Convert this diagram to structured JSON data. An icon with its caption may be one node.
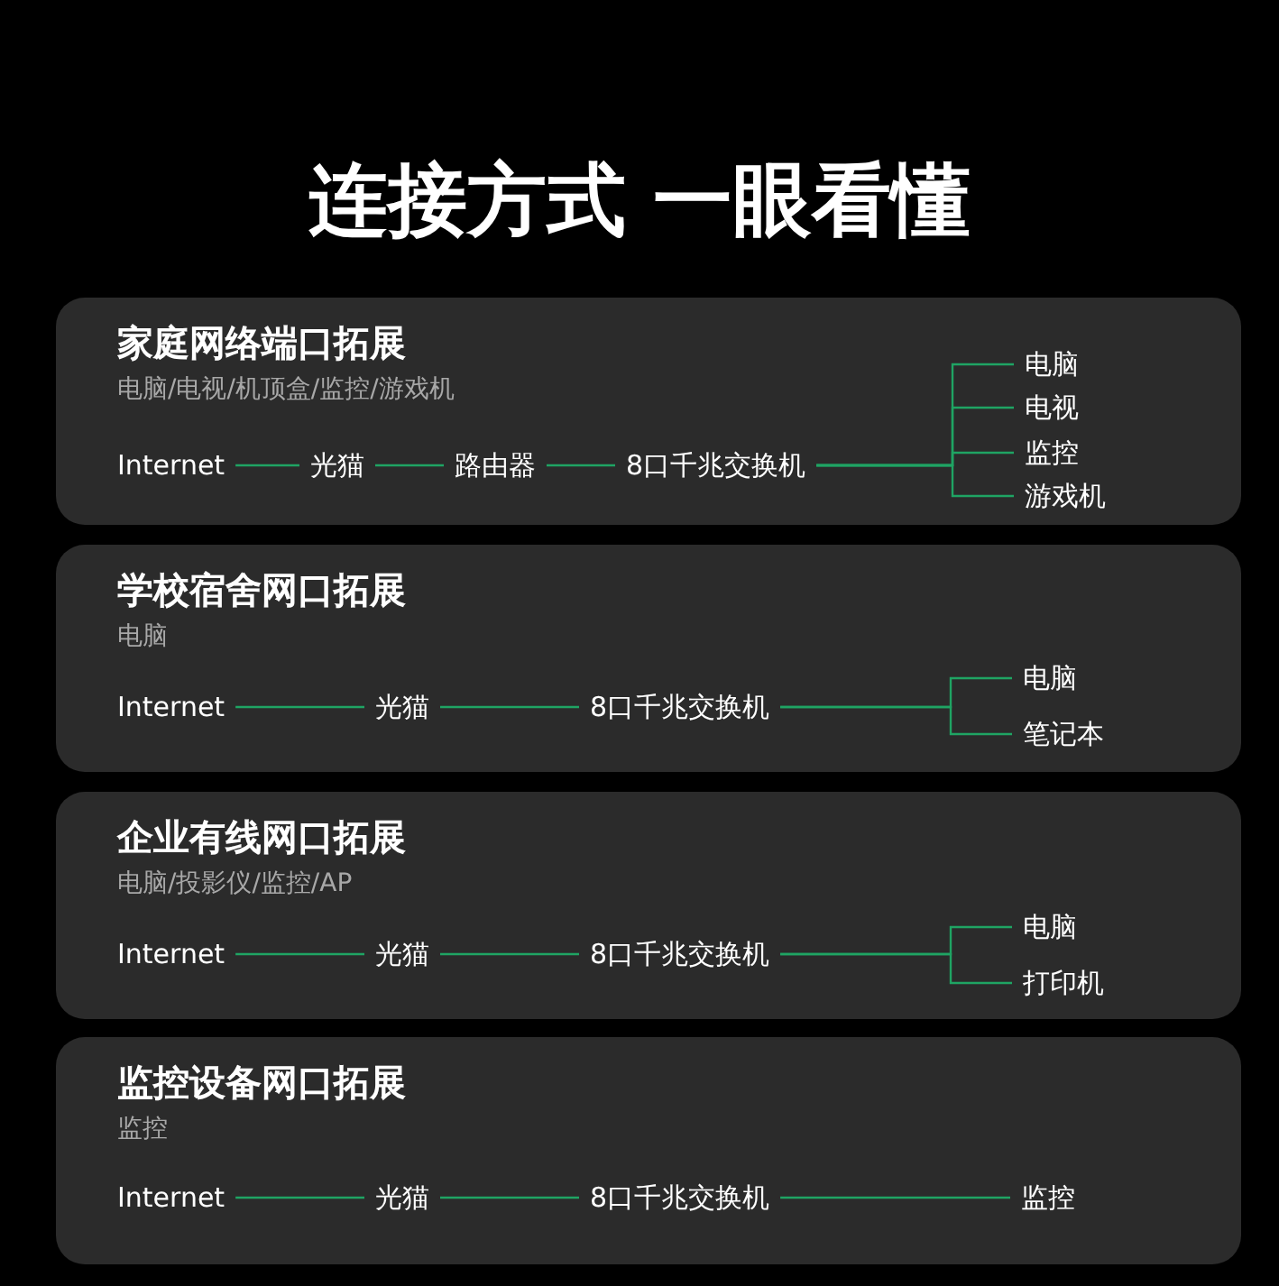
{
  "diagram": {
    "title": "连接方式 一眼看懂",
    "nodes": [
      {
        "text": [
          "家庭网络端口拓展",
          "电脑/电视/机顶盒/监控/游戏机"
        ]
      },
      {
        "text": [
          "Internet"
        ],
        "in": 0
      },
      {
        "text": [
          "光猫"
        ],
        "in": 0
      },
      {
        "text": [
          "路由器"
        ],
        "in": 0
      },
      {
        "text": [
          "8口千兆交换机"
        ],
        "in": 0
      },
      {
        "text": [
          "电脑"
        ],
        "in": 0
      },
      {
        "text": [
          "电视"
        ],
        "in": 0
      },
      {
        "text": [
          "监控"
        ],
        "in": 0
      },
      {
        "text": [
          "游戏机"
        ],
        "in": 0
      },
      {
        "text": [
          "学校宿舍网口拓展",
          "电脑"
        ]
      },
      {
        "text": [
          "Internet"
        ],
        "in": 9
      },
      {
        "text": [
          "光猫"
        ],
        "in": 9
      },
      {
        "text": [
          "8口千兆交换机"
        ],
        "in": 9
      },
      {
        "text": [
          "电脑"
        ],
        "in": 9
      },
      {
        "text": [
          "笔记本"
        ],
        "in": 9
      },
      {
        "text": [
          "企业有线网口拓展",
          "电脑/投影仪/监控/AP"
        ]
      },
      {
        "text": [
          "Internet"
        ],
        "in": 15
      },
      {
        "text": [
          "光猫"
        ],
        "in": 15
      },
      {
        "text": [
          "8口千兆交换机"
        ],
        "in": 15
      },
      {
        "text": [
          "电脑"
        ],
        "in": 15
      },
      {
        "text": [
          "打印机"
        ],
        "in": 15
      },
      {
        "text": [
          "监控设备网口拓展",
          "监控"
        ]
      },
      {
        "text": [
          "Internet"
        ],
        "in": 21
      },
      {
        "text": [
          "光猫"
        ],
        "in": 21
      },
      {
        "text": [
          "8口千兆交换机"
        ],
        "in": 21
      },
      {
        "text": [
          "监控"
        ],
        "in": 21
      }
    ],
    "edges": [
      {
        "from": 1,
        "to": 2,
        "arrow": "none"
      },
      {
        "from": 2,
        "to": 3,
        "arrow": "none"
      },
      {
        "from": 3,
        "to": 4,
        "arrow": "none"
      },
      {
        "from": 4,
        "to": 5,
        "arrow": "none"
      },
      {
        "from": 4,
        "to": 6,
        "arrow": "none"
      },
      {
        "from": 4,
        "to": 7,
        "arrow": "none"
      },
      {
        "from": 4,
        "to": 8,
        "arrow": "none"
      },
      {
        "from": 10,
        "to": 11,
        "arrow": "none"
      },
      {
        "from": 11,
        "to": 12,
        "arrow": "none"
      },
      {
        "from": 12,
        "to": 13,
        "arrow": "none"
      },
      {
        "from": 12,
        "to": 14,
        "arrow": "none"
      },
      {
        "from": 16,
        "to": 17,
        "arrow": "none"
      },
      {
        "from": 17,
        "to": 18,
        "arrow": "none"
      },
      {
        "from": 18,
        "to": 19,
        "arrow": "none"
      },
      {
        "from": 18,
        "to": 20,
        "arrow": "none"
      },
      {
        "from": 22,
        "to": 23,
        "arrow": "none"
      },
      {
        "from": 23,
        "to": 24,
        "arrow": "none"
      },
      {
        "from": 24,
        "to": 25,
        "arrow": "none"
      }
    ]
  }
}
